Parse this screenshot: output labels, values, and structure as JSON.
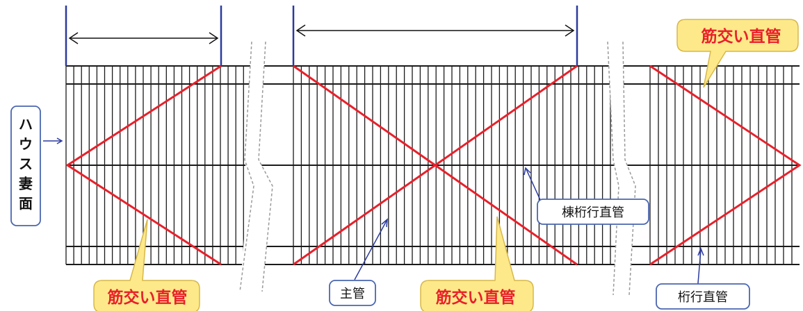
{
  "colors": {
    "frame": "#1a1a1a",
    "brace": "#e8202a",
    "dimension": "#2b3a9e",
    "leader": "#2b3a9e",
    "callout_yellow_fill": "#fde98a",
    "callout_yellow_stroke": "#d6b84a",
    "callout_red_text": "#e8202a",
    "label_box_stroke": "#4a66b0",
    "label_text": "#111111",
    "break_line": "#9a9a9a"
  },
  "labels": {
    "gable": "ハウス妻面",
    "brace_top_right": "筋交い直管",
    "brace_bottom_left": "筋交い直管",
    "brace_bottom_center": "筋交い直管",
    "ridge_purlin": "棟桁行直管",
    "main_pipe": "主管",
    "purlin": "桁行直管"
  }
}
